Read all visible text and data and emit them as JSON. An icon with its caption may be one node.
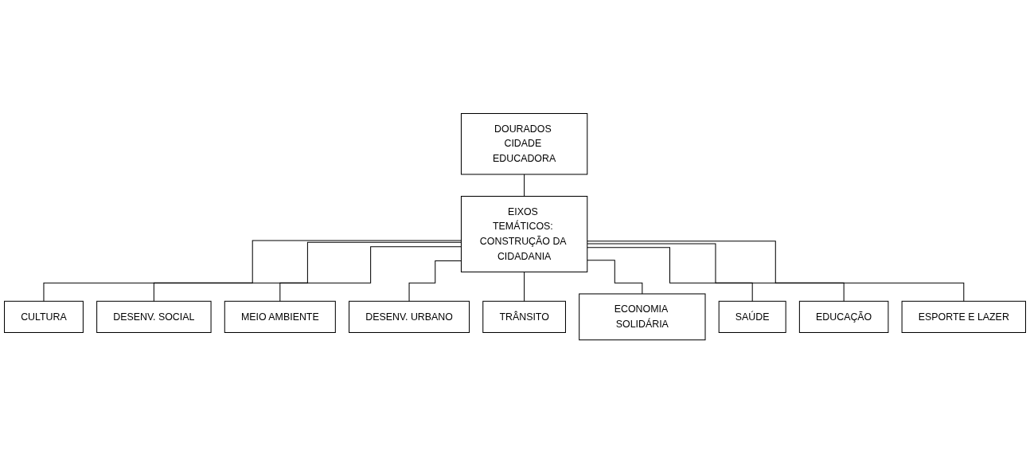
{
  "diagram": {
    "nodes": [
      {
        "text": [
          "DOURADOS CIDADE EDUCADORA"
        ]
      },
      {
        "text": [
          "EIXOS TEMÁTICOS: CONSTRUÇÃO DA CIDADANIA"
        ]
      },
      {
        "text": [
          "CULTURA"
        ]
      },
      {
        "text": [
          "DESENV. SOCIAL"
        ]
      },
      {
        "text": [
          "DESENV. URBANO"
        ]
      },
      {
        "text": [
          "ECONOMIA SOLIDÁRIA"
        ]
      },
      {
        "text": [
          "EDUCAÇÃO"
        ]
      },
      {
        "text": [
          "ESPORTE E LAZER"
        ]
      },
      {
        "text": [
          "MEIO AMBIENTE"
        ]
      },
      {
        "text": [
          "TRÂNSITO"
        ]
      },
      {
        "text": [
          "SAÚDE"
        ]
      }
    ],
    "edges": [
      {
        "from": 0,
        "to": 1,
        "arrow": "none"
      },
      {
        "from": 1,
        "to": 2,
        "arrow": "none"
      },
      {
        "from": 1,
        "to": 3,
        "arrow": "none"
      },
      {
        "from": 1,
        "to": 8,
        "arrow": "none"
      },
      {
        "from": 1,
        "to": 4,
        "arrow": "none"
      },
      {
        "from": 1,
        "to": 9,
        "arrow": "none"
      },
      {
        "from": 1,
        "to": 5,
        "arrow": "none"
      },
      {
        "from": 1,
        "to": 10,
        "arrow": "none"
      },
      {
        "from": 1,
        "to": 6,
        "arrow": "none"
      },
      {
        "from": 1,
        "to": 7,
        "arrow": "none"
      }
    ]
  }
}
